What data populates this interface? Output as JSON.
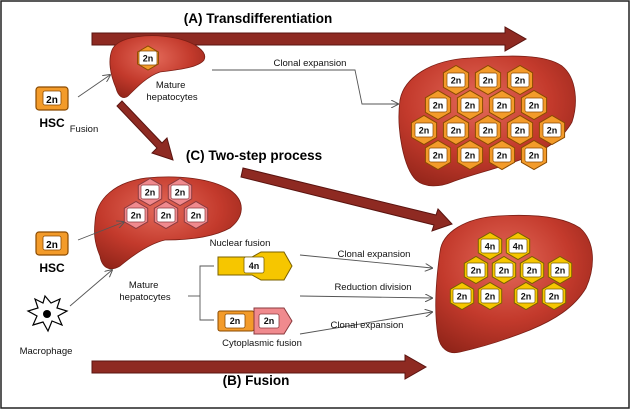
{
  "headers": {
    "transdifferentiation": "(A) Transdifferentiation",
    "two_step": "(C) Two-step process",
    "fusion": "(B) Fusion"
  },
  "labels": {
    "clonal_expansion_top": "Clonal expansion",
    "mature_hepatocytes_top": "Mature hepatocytes",
    "hsc_top": "HSC",
    "fusion_arrow": "Fusion",
    "hsc_bottom": "HSC",
    "mature_hepatocytes_mid": "Mature hepatocytes",
    "macrophage": "Macrophage",
    "nuclear_fusion": "Nuclear fusion",
    "cytoplasmic_fusion": "Cytoplasmic fusion",
    "clonal_expansion_mid": "Clonal expansion",
    "reduction_division": "Reduction division",
    "clonal_expansion_low": "Clonal expansion"
  },
  "cells": {
    "diploid": "2n",
    "tetraploid": "4n"
  },
  "colors": {
    "liver": "#c33a2c",
    "liver_dark": "#8e2318",
    "arrow_fill": "#8e2a22",
    "orange_cell": "#f39b2a",
    "orange_edge": "#8a4a00",
    "pink_cell": "#f08a8e",
    "pink_edge": "#8a3a3e",
    "yellow_cell": "#f6c600",
    "yellow_edge": "#7a6000"
  },
  "icons": {
    "macrophage": "macrophage-spiky-cell-icon"
  }
}
